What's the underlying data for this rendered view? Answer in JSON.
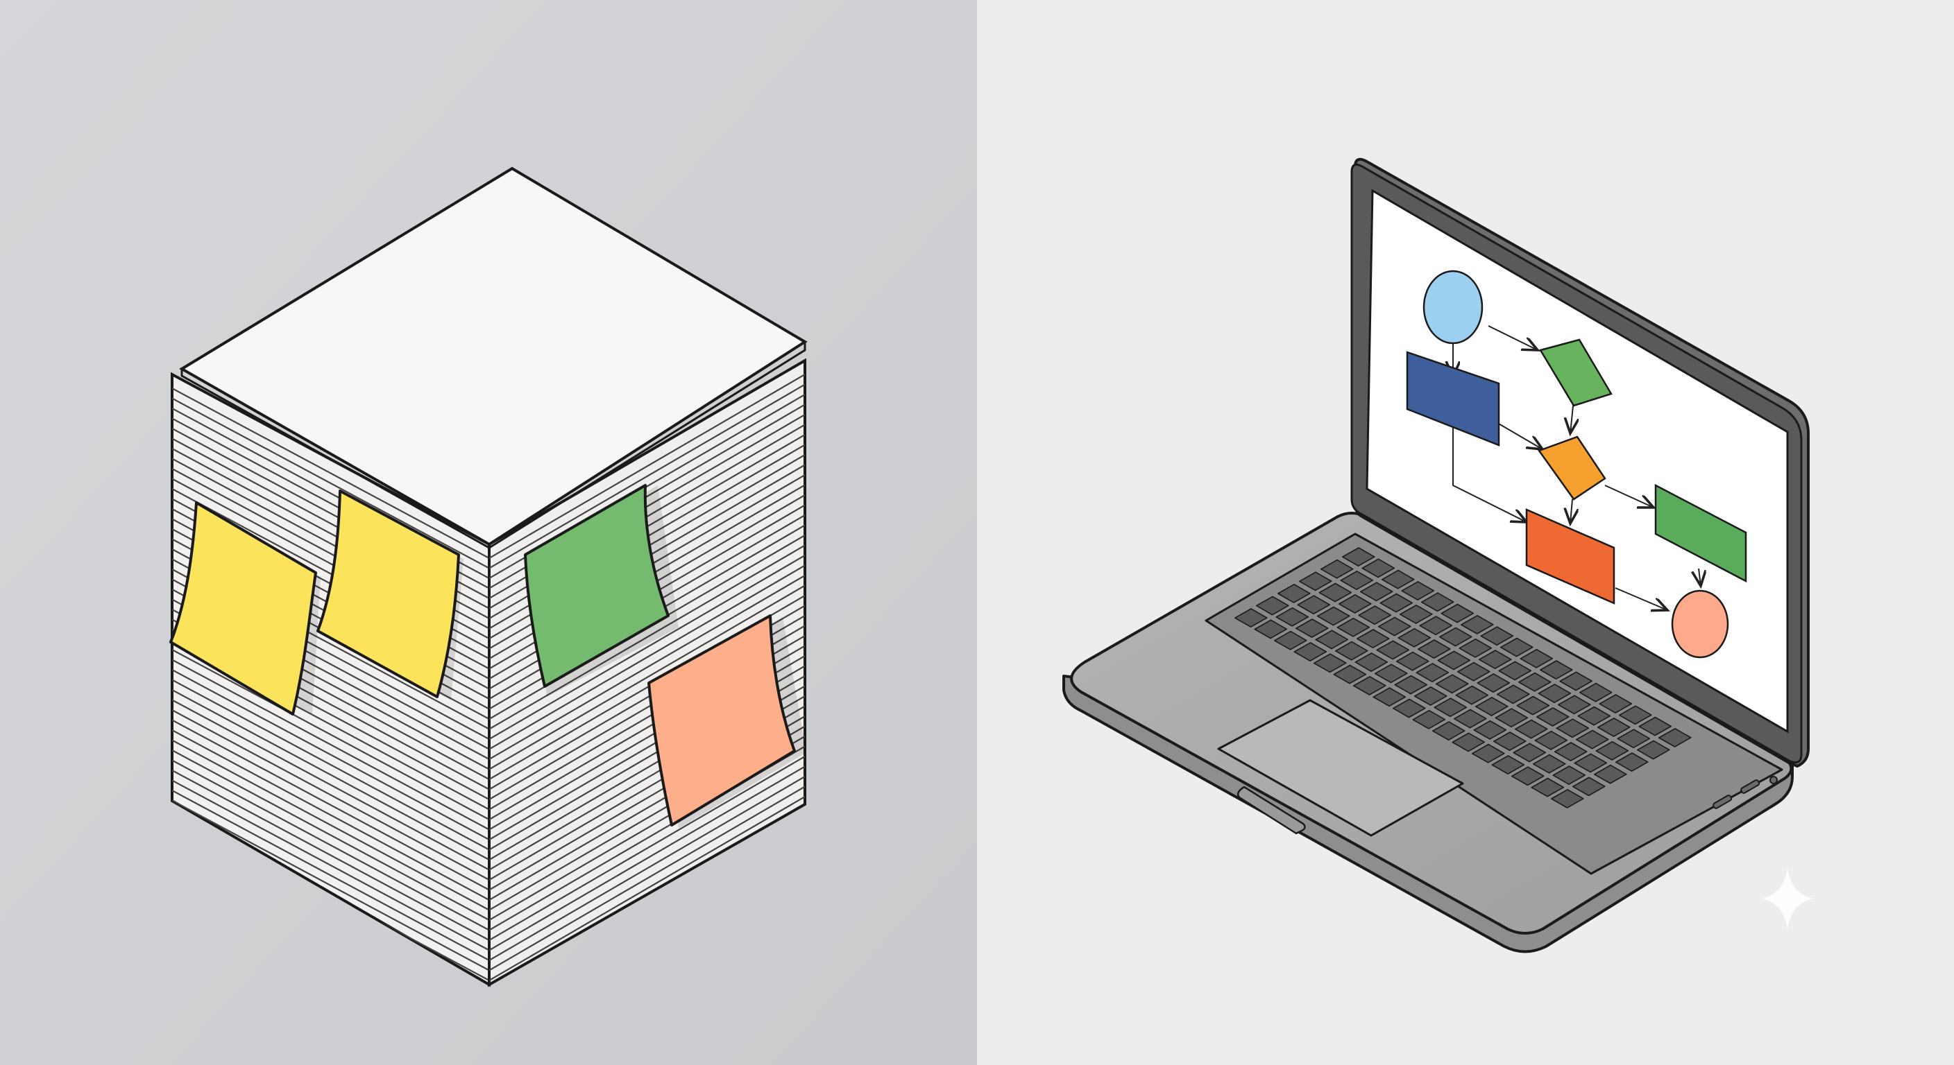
{
  "scene": {
    "left_panel": {
      "subject": "paper-stack-with-sticky-notes",
      "background": "#d1d2d5",
      "sticky_notes": [
        {
          "name": "yellow-note-1",
          "color": "#fbe35b"
        },
        {
          "name": "yellow-note-2",
          "color": "#fbe35b"
        },
        {
          "name": "green-note",
          "color": "#74bb70"
        },
        {
          "name": "salmon-note",
          "color": "#fdae8a"
        }
      ]
    },
    "right_panel": {
      "subject": "laptop-showing-flowchart",
      "background": "#ededee",
      "laptop_color": "#a9a9ab",
      "key_color": "#595a5c",
      "flowchart_colors": {
        "start_circle": "#9cd0f1",
        "blue_box": "#3f5f9c",
        "green_diamond": "#67b35e",
        "orange_diamond": "#f6a02f",
        "red_box": "#ef6a33",
        "green_box": "#5aac5c",
        "end_circle": "#fcaa8b"
      }
    },
    "watermark_icon": "sparkle-icon"
  }
}
